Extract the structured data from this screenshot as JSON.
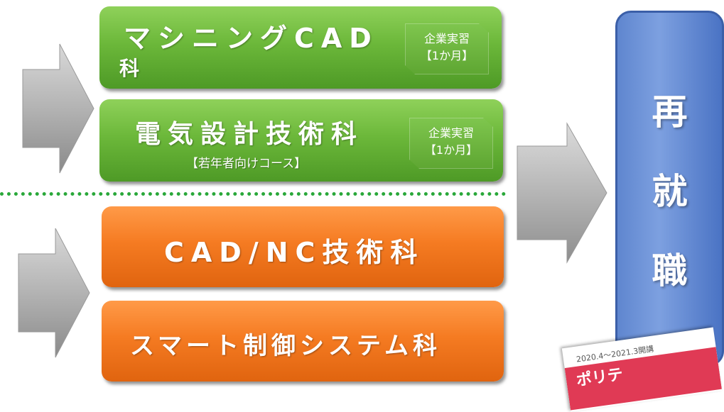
{
  "courses": [
    {
      "title": "マシニングCAD",
      "title_cont": "科",
      "tag_line1": "企業実習",
      "tag_line2": "【1か月】",
      "color": "#6cb83a"
    },
    {
      "title": "電気設計技術科",
      "subtitle": "【若年者向けコース】",
      "tag_line1": "企業実習",
      "tag_line2": "【1か月】",
      "color": "#6cb83a"
    },
    {
      "title": "CAD/NC技術科",
      "color": "#f57b22"
    },
    {
      "title": "スマート制御システム科",
      "color": "#f57b22"
    }
  ],
  "divider_color": "#2aa83a",
  "outcome": {
    "chars": [
      "再",
      "就",
      "職"
    ],
    "color": "#5f86cf"
  },
  "brochure": {
    "date_text": "2020.4～2021.3開講",
    "title_text": "ポリテ",
    "color": "#e03a55"
  }
}
